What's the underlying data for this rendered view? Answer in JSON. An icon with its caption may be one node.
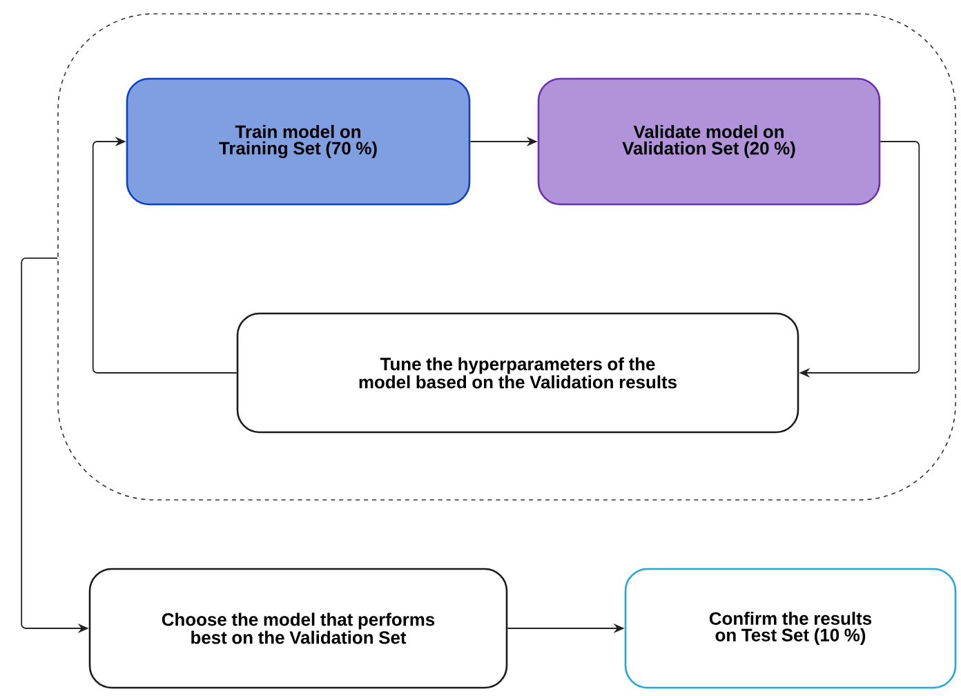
{
  "diagram": {
    "nodes": [
      {
        "text": [],
        "shape": "box"
      },
      {
        "text": [
          "Train model on Training Set (70 %)"
        ],
        "in": 0
      },
      {
        "text": [
          "Validate model on Validation Set (20 %)"
        ],
        "in": 0
      },
      {
        "text": [
          "Tune the hyperparameters of the model based on the Validation results"
        ],
        "in": 0
      },
      {
        "text": [
          "Choose the model that performs best on the Validation Set"
        ]
      },
      {
        "text": [
          "Confirm the results on Test Set (10 %)"
        ]
      }
    ],
    "edges": [
      {
        "from": 1,
        "to": 2,
        "arrow": "to"
      },
      {
        "from": 2,
        "to": 3,
        "arrow": "to"
      },
      {
        "from": 3,
        "to": 1,
        "arrow": "to"
      },
      {
        "from": 0,
        "to": 4,
        "arrow": "to"
      },
      {
        "from": 4,
        "to": 5,
        "arrow": "to"
      }
    ]
  }
}
